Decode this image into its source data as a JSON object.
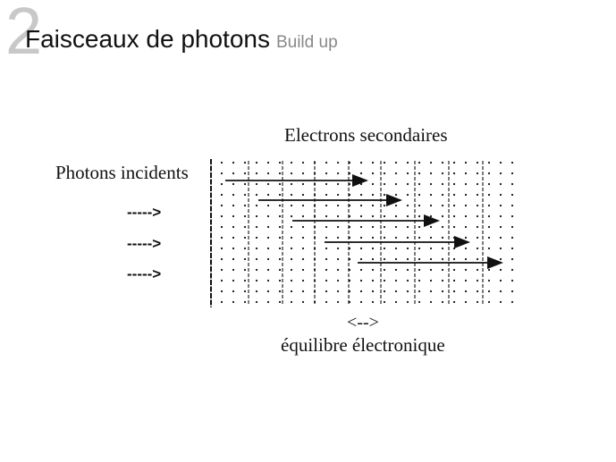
{
  "slide": {
    "number": "2",
    "title": "Faisceaux de photons",
    "subtitle": "Build up"
  },
  "diagram": {
    "label_secondary": "Electrons secondaires",
    "label_incident": "Photons incidents",
    "incident_arrows": [
      "----->",
      "----->",
      "----->"
    ],
    "equilibrium_arrow": "<-->",
    "equilibrium_label": "équilibre électronique",
    "secondary_electron_tracks": 5
  },
  "colors": {
    "title": "#111111",
    "subtitle": "#888888",
    "slide_number": "#c8c8c8",
    "ink": "#111111"
  }
}
